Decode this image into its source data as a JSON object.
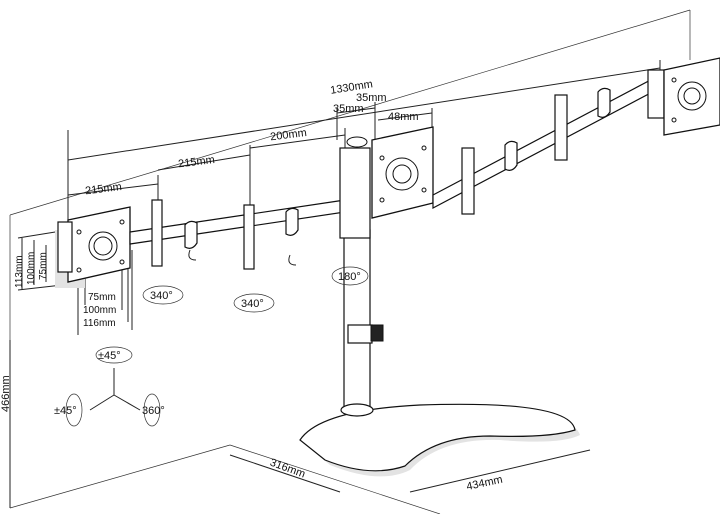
{
  "dimensions": {
    "total_width": "1330mm",
    "seg1": "215mm",
    "seg2": "215mm",
    "seg3": "200mm",
    "top_35a": "35mm",
    "top_35b": "35mm",
    "top_48": "48mm",
    "height_total": "466mm",
    "height_113": "113mm",
    "height_100": "100mm",
    "height_75": "75mm",
    "vesa_75": "75mm",
    "vesa_100": "100mm",
    "vesa_116": "116mm",
    "base_depth": "316mm",
    "base_width": "434mm"
  },
  "rotations": {
    "arm1": "340°",
    "arm2": "340°",
    "pole": "180°",
    "tilt": "±45°",
    "swivel": "±45°",
    "rotate": "360°"
  }
}
